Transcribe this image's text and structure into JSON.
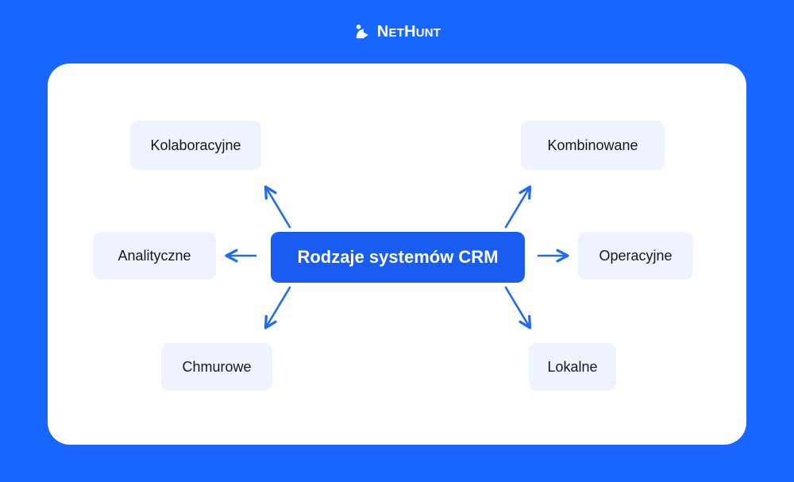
{
  "brand": {
    "name_cap_a": "N",
    "name_small_a": "ET",
    "name_cap_b": "H",
    "name_small_b": "UNT",
    "full_name": "NetHunt",
    "logo_icon": "nethunt-logo-icon"
  },
  "colors": {
    "background_blue": "#1866fd",
    "card_white": "#ffffff",
    "node_light": "#eef3fd",
    "node_center_blue": "#1a5cf0",
    "arrow_blue": "#1f6bf5",
    "text_dark": "#16181d",
    "text_light": "#ffffff"
  },
  "chart_data": {
    "type": "diagram",
    "title": "Rodzaje systemów CRM",
    "center": "Rodzaje systemów CRM",
    "nodes": [
      {
        "label": "Kolaboracyjne",
        "position": "top-left"
      },
      {
        "label": "Kombinowane",
        "position": "top-right"
      },
      {
        "label": "Analityczne",
        "position": "left"
      },
      {
        "label": "Operacyjne",
        "position": "right"
      },
      {
        "label": "Chmurowe",
        "position": "bottom-left"
      },
      {
        "label": "Lokalne",
        "position": "bottom-right"
      }
    ],
    "edges": [
      {
        "from": "Rodzaje systemów CRM",
        "to": "Kolaboracyjne",
        "direction": "up-left"
      },
      {
        "from": "Rodzaje systemów CRM",
        "to": "Kombinowane",
        "direction": "up-right"
      },
      {
        "from": "Rodzaje systemów CRM",
        "to": "Analityczne",
        "direction": "left"
      },
      {
        "from": "Rodzaje systemów CRM",
        "to": "Operacyjne",
        "direction": "right"
      },
      {
        "from": "Rodzaje systemów CRM",
        "to": "Chmurowe",
        "direction": "down-left"
      },
      {
        "from": "Rodzaje systemów CRM",
        "to": "Lokalne",
        "direction": "down-right"
      }
    ]
  }
}
